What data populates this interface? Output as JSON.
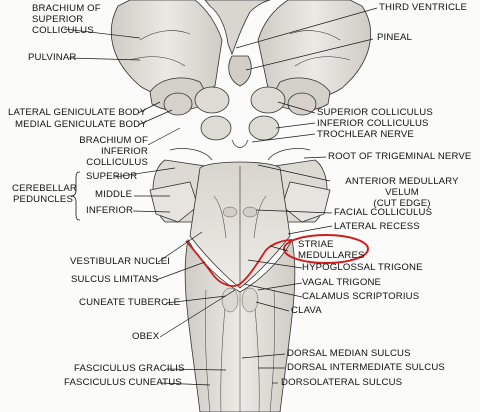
{
  "labels": {
    "brachium_superior_colliculus": "BRACHIUM OF\nSUPERIOR\nCOLLICULUS",
    "pulvinar": "PULVINAR",
    "lateral_geniculate_body": "LATERAL GENICULATE BODY",
    "medial_geniculate_body": "MEDIAL GENICULATE BODY",
    "brachium_inferior_colliculus": "BRACHIUM OF\nINFERIOR COLLICULUS",
    "cerebellar_peduncles": "CEREBELLAR\nPEDUNCLES",
    "superior": "SUPERIOR",
    "middle": "MIDDLE",
    "inferior": "INFERIOR",
    "vestibular_nuclei": "VESTIBULAR NUCLEI",
    "sulcus_limitans": "SULCUS LIMITANS",
    "cuneate_tubercle": "CUNEATE TUBERCLE",
    "obex": "OBEX",
    "fasciculus_gracilis": "FASCICULUS GRACILIS",
    "fasciculus_cuneatus": "FASCICULUS CUNEATUS",
    "third_ventricle": "THIRD VENTRICLE",
    "pineal": "PINEAL",
    "superior_colliculus": "SUPERIOR COLLICULUS",
    "inferior_colliculus": "INFERIOR COLLICULUS",
    "trochlear_nerve": "TROCHLEAR NERVE",
    "root_trigeminal_nerve": "ROOT OF TRIGEMINAL NERVE",
    "anterior_medullary_velum": "ANTERIOR MEDULLARY VELUM\n(CUT EDGE)",
    "facial_colliculus": "FACIAL COLLICULUS",
    "lateral_recess": "LATERAL RECESS",
    "striae_medullares": "STRIAE\nMEDULLARES",
    "hypoglossal_trigone": "HYPOGLOSSAL TRIGONE",
    "vagal_trigone": "VAGAL TRIGONE",
    "calamus_scriptorius": "CALAMUS SCRIPTORIUS",
    "clava": "CLAVA",
    "dorsal_median_sulcus": "DORSAL MEDIAN SULCUS",
    "dorsal_intermediate_sulcus": "DORSAL INTERMEDIATE SULCUS",
    "dorsolateral_sulcus": "DORSOLATERAL SULCUS"
  },
  "colors": {
    "highlight": "#cc1f1f",
    "tissue_fill": "#e3e0db",
    "tissue_shade": "#b9b4ad",
    "ink": "#1a1a1a"
  }
}
